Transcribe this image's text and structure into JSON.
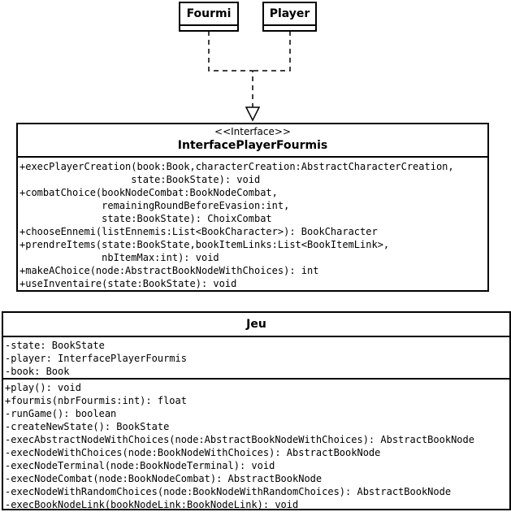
{
  "classes": {
    "fourmi": {
      "name": "Fourmi"
    },
    "player": {
      "name": "Player"
    },
    "interface_player_fourmis": {
      "stereotype": "<<Interface>>",
      "name": "InterfacePlayerFourmis",
      "methods": [
        "+execPlayerCreation(book:Book,characterCreation:AbstractCharacterCreation,",
        "                   state:BookState): void",
        "+combatChoice(bookNodeCombat:BookNodeCombat,",
        "              remainingRoundBeforeEvasion:int,",
        "              state:BookState): ChoixCombat",
        "+chooseEnnemi(listEnnemis:List<BookCharacter>): BookCharacter",
        "+prendreItems(state:BookState,bookItemLinks:List<BookItemLink>,",
        "              nbItemMax:int): void",
        "+makeAChoice(node:AbstractBookNodeWithChoices): int",
        "+useInventaire(state:BookState): void"
      ]
    },
    "jeu": {
      "name": "Jeu",
      "attributes": [
        "-state: BookState",
        "-player: InterfacePlayerFourmis",
        "-book: Book"
      ],
      "methods": [
        "+play(): void",
        "+fourmis(nbrFourmis:int): float",
        "-runGame(): boolean",
        "-createNewState(): BookState",
        "-execAbstractNodeWithChoices(node:AbstractBookNodeWithChoices): AbstractBookNode",
        "-execNodeWithChoices(node:BookNodeWithChoices): AbstractBookNode",
        "-execNodeTerminal(node:BookNodeTerminal): void",
        "-execNodeCombat(node:BookNodeCombat): AbstractBookNode",
        "-execNodeWithRandomChoices(node:BookNodeWithRandomChoices): AbstractBookNode",
        "-execBookNodeLink(bookNodeLink:BookNodeLink): void"
      ]
    }
  }
}
